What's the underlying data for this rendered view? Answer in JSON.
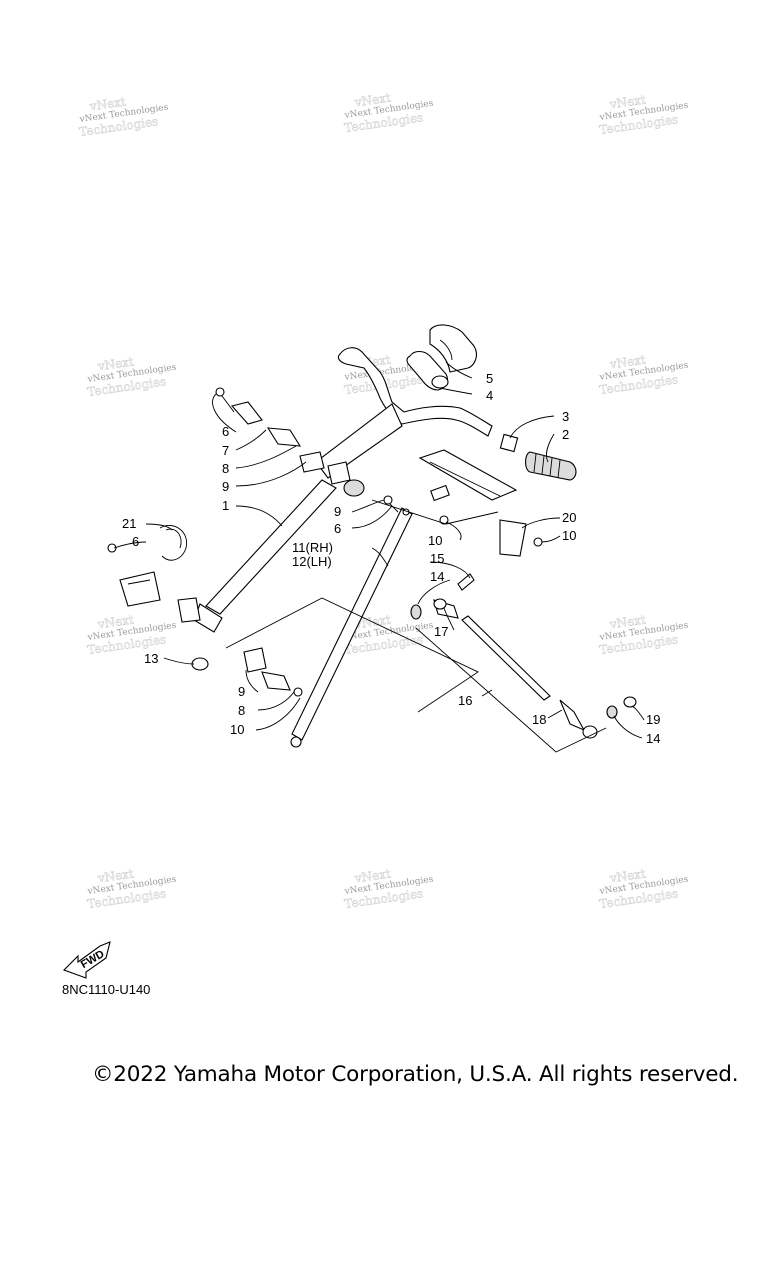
{
  "watermark": {
    "text": "vNext Technologies"
  },
  "callouts": {
    "n1": "1",
    "n2": "2",
    "n3": "3",
    "n4": "4",
    "n5": "5",
    "n6a": "6",
    "n6b": "6",
    "n6c": "6",
    "n7": "7",
    "n8a": "8",
    "n8b": "8",
    "n9a": "9",
    "n9b": "9",
    "n9c": "9",
    "n10a": "10",
    "n10b": "10",
    "n10c": "10",
    "n11": "11(RH)",
    "n12": "12(LH)",
    "n13": "13",
    "n14a": "14",
    "n14b": "14",
    "n15": "15",
    "n16": "16",
    "n17": "17",
    "n18": "18",
    "n19": "19",
    "n20": "20",
    "n21": "21"
  },
  "fwd_badge": {
    "label": "FWD"
  },
  "diagram_code": "8NC1110-U140",
  "copyright": "©2022 Yamaha Motor Corporation, U.S.A. All rights reserved."
}
